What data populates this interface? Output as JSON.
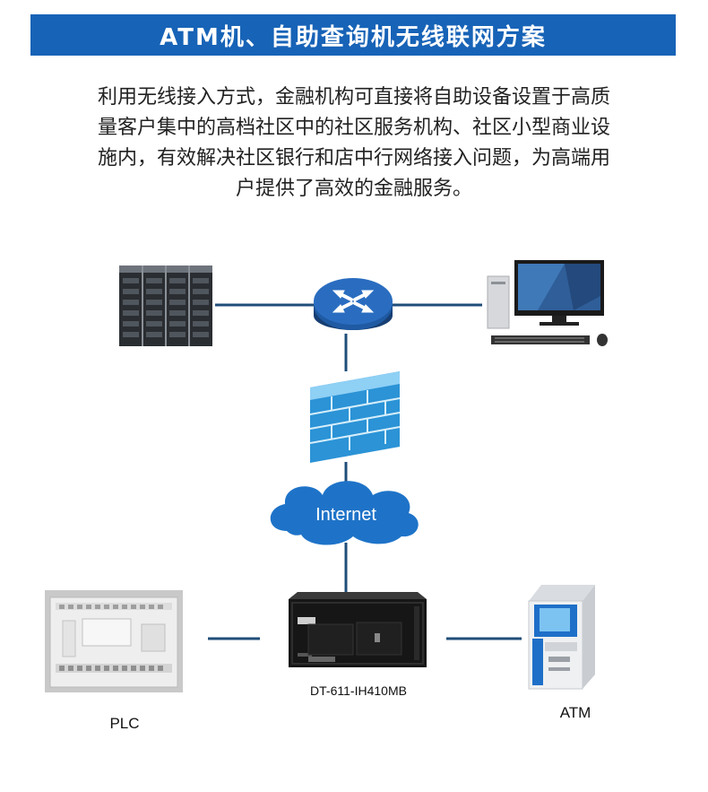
{
  "header": {
    "title": "ATM机、自助查询机无线联网方案"
  },
  "intro": {
    "lines": [
      "利用无线接入方式，金融机构可直接将自助设备设置于高质",
      "量客户集中的高档社区中的社区服务机构、社区小型商业设",
      "施内，有效解决社区银行和店中行网络接入问题，为高端用",
      "户提供了高效的金融服务。"
    ]
  },
  "diagram": {
    "cloud_label": "Internet",
    "device_label": "DT-611-IH410MB",
    "plc_label": "PLC",
    "atm_label": "ATM",
    "line_color": "#1f4e79",
    "accent_color": "#1e6fc8",
    "icons": [
      "server-rack-icon",
      "router-icon",
      "desktop-computer-icon",
      "firewall-icon",
      "cloud-icon",
      "industrial-pc-icon",
      "plc-icon",
      "atm-icon"
    ]
  }
}
